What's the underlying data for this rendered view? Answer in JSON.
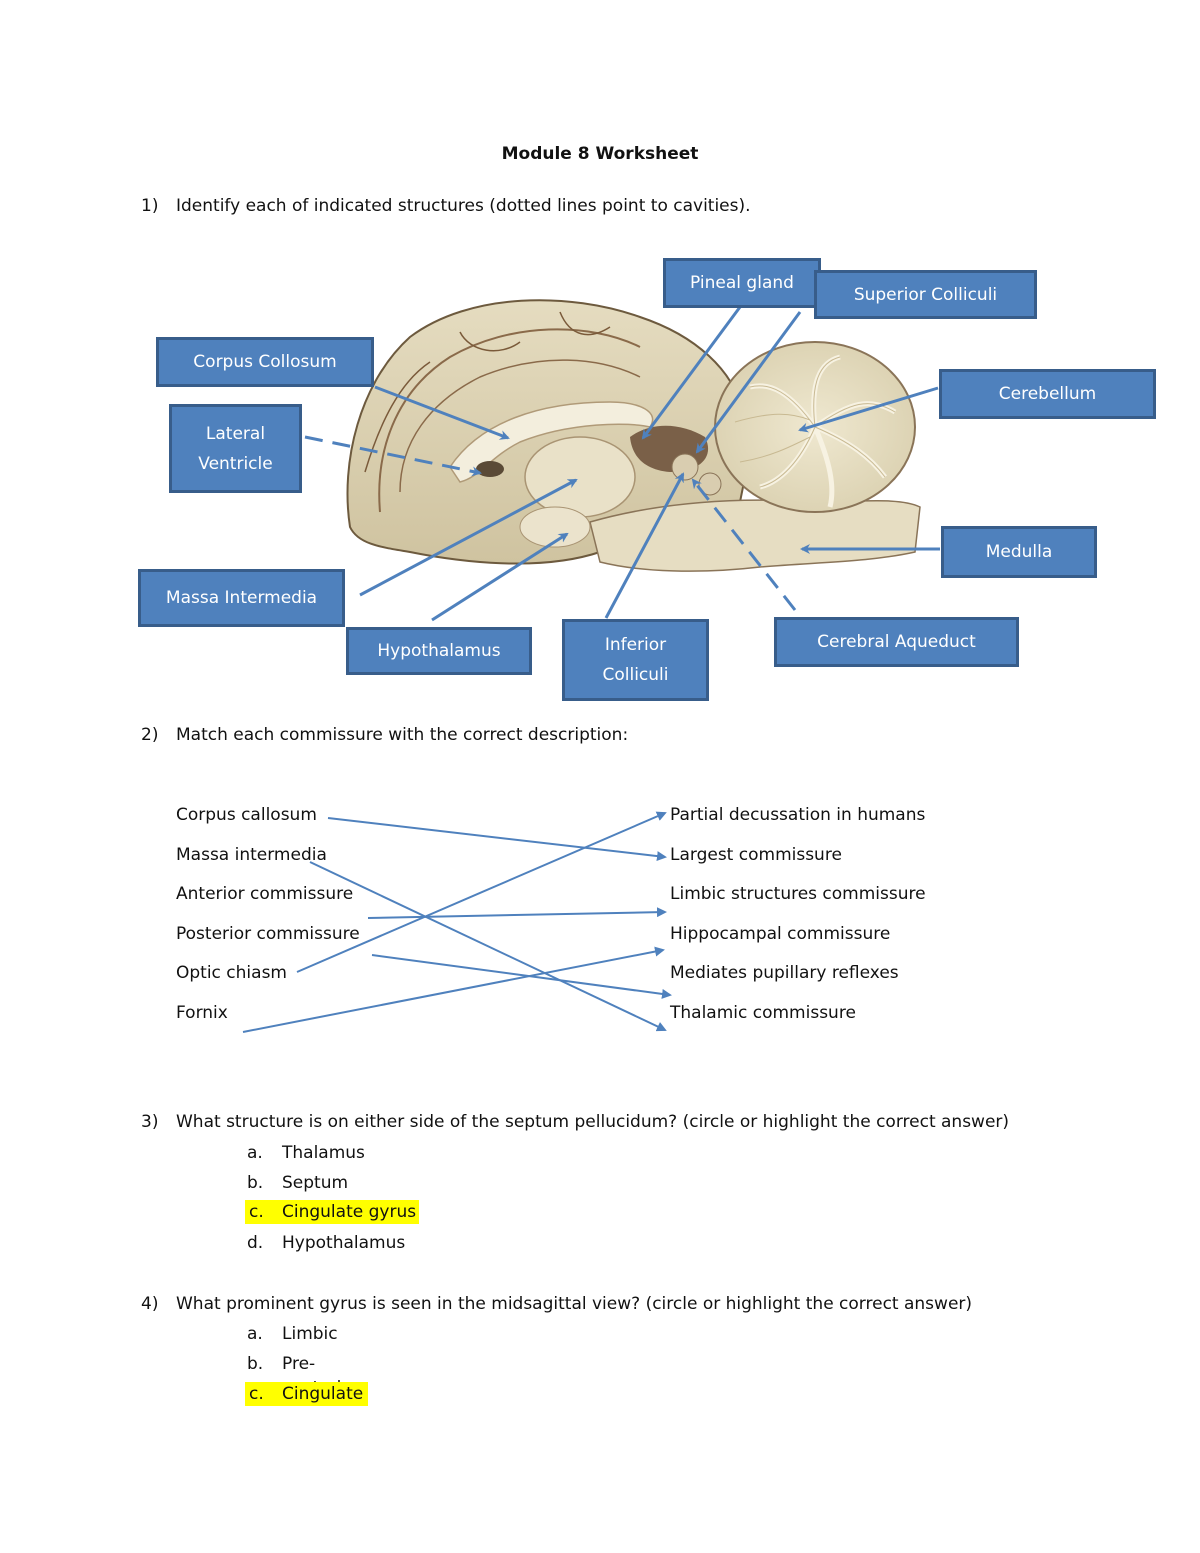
{
  "title": "Module 8 Worksheet",
  "q1": {
    "num": "1)",
    "text": "Identify each of indicated structures (dotted lines point to cavities)."
  },
  "labels": {
    "pineal": "Pineal gland",
    "superior_colliculi": "Superior Colliculi",
    "corpus_collosum": "Corpus Collosum",
    "cerebellum": "Cerebellum",
    "lateral_ventricle_line1": "Lateral",
    "lateral_ventricle_line2": "Ventricle",
    "medulla": "Medulla",
    "massa_intermedia": "Massa Intermedia",
    "hypothalamus": "Hypothalamus",
    "inferior_colliculi_line1": "Inferior",
    "inferior_colliculi_line2": "Colliculi",
    "cerebral_aqueduct": "Cerebral Aqueduct"
  },
  "q2": {
    "num": "2)",
    "text": "Match each commissure with the correct description:",
    "left": [
      "Corpus callosum",
      "Massa intermedia",
      "Anterior commissure",
      "Posterior commissure",
      "Optic chiasm",
      "Fornix"
    ],
    "right": [
      "Partial decussation in humans",
      "Largest commissure",
      "Limbic structures commissure",
      "Hippocampal commissure",
      "Mediates pupillary reflexes",
      "Thalamic commissure"
    ]
  },
  "q3": {
    "num": "3)",
    "text": "What structure is on either side of the septum pellucidum? (circle or highlight the correct answer)",
    "options": [
      {
        "letter": "a.",
        "text": "Thalamus"
      },
      {
        "letter": "b.",
        "text": "Septum"
      },
      {
        "letter": "c.",
        "text": "Cingulate gyrus"
      },
      {
        "letter": "d.",
        "text": "Hypothalamus"
      }
    ]
  },
  "q4": {
    "num": "4)",
    "text": "What prominent gyrus is seen in the midsagittal view? (circle or highlight the correct answer)",
    "options": [
      {
        "letter": "a.",
        "text": "Limbic"
      },
      {
        "letter": "b.",
        "text": "Pre-central"
      },
      {
        "letter": "c.",
        "text": "Cingulate"
      }
    ]
  },
  "colors": {
    "label_fill": "#4f81bd",
    "label_border": "#385d8a",
    "arrow": "#4f81bd",
    "highlight": "#ffff00"
  }
}
